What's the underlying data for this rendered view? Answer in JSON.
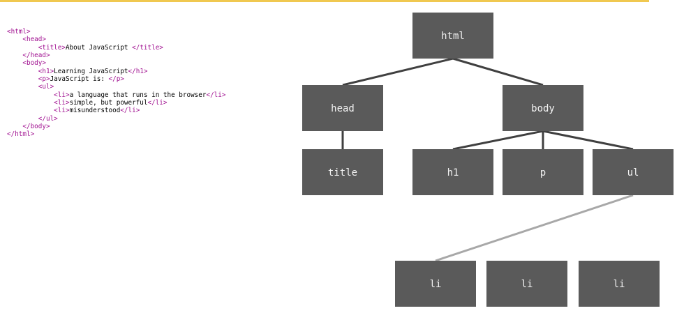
{
  "colors": {
    "accent_bar": "#f0c850",
    "node_fill": "#5a5a5a",
    "node_text": "#f2f2f2",
    "edge_dark": "#404040",
    "edge_light": "#a8a8a8",
    "tag_color": "#a01090",
    "text_color": "#000000"
  },
  "code_lines": [
    [
      {
        "t": "tag",
        "s": "<html>"
      }
    ],
    [
      {
        "t": "txt",
        "s": "    "
      },
      {
        "t": "tag",
        "s": "<head>"
      }
    ],
    [
      {
        "t": "txt",
        "s": "        "
      },
      {
        "t": "tag",
        "s": "<title>"
      },
      {
        "t": "txt",
        "s": "About JavaScript "
      },
      {
        "t": "tag",
        "s": "</title>"
      }
    ],
    [
      {
        "t": "txt",
        "s": "    "
      },
      {
        "t": "tag",
        "s": "</head>"
      }
    ],
    [
      {
        "t": "txt",
        "s": "    "
      },
      {
        "t": "tag",
        "s": "<body>"
      }
    ],
    [
      {
        "t": "txt",
        "s": "        "
      },
      {
        "t": "tag",
        "s": "<h1>"
      },
      {
        "t": "txt",
        "s": "Learning JavaScript"
      },
      {
        "t": "tag",
        "s": "</h1>"
      }
    ],
    [
      {
        "t": "txt",
        "s": "        "
      },
      {
        "t": "tag",
        "s": "<p>"
      },
      {
        "t": "txt",
        "s": "JavaScript is: "
      },
      {
        "t": "tag",
        "s": "</p>"
      }
    ],
    [
      {
        "t": "txt",
        "s": "        "
      },
      {
        "t": "tag",
        "s": "<ul>"
      }
    ],
    [
      {
        "t": "txt",
        "s": "            "
      },
      {
        "t": "tag",
        "s": "<li>"
      },
      {
        "t": "txt",
        "s": "a language that runs in the browser"
      },
      {
        "t": "tag",
        "s": "</li>"
      }
    ],
    [
      {
        "t": "txt",
        "s": "            "
      },
      {
        "t": "tag",
        "s": "<li>"
      },
      {
        "t": "txt",
        "s": "simple, but powerful"
      },
      {
        "t": "tag",
        "s": "</li>"
      }
    ],
    [
      {
        "t": "txt",
        "s": "            "
      },
      {
        "t": "tag",
        "s": "<li>"
      },
      {
        "t": "txt",
        "s": "misunderstood"
      },
      {
        "t": "tag",
        "s": "</li>"
      }
    ],
    [
      {
        "t": "txt",
        "s": "        "
      },
      {
        "t": "tag",
        "s": "</ul>"
      }
    ],
    [
      {
        "t": "txt",
        "s": "    "
      },
      {
        "t": "tag",
        "s": "</body>"
      }
    ],
    [
      {
        "t": "tag",
        "s": "</html>"
      }
    ]
  ],
  "tree": {
    "nodes": [
      {
        "id": "html",
        "label": "html"
      },
      {
        "id": "head",
        "label": "head"
      },
      {
        "id": "body",
        "label": "body"
      },
      {
        "id": "title",
        "label": "title"
      },
      {
        "id": "h1",
        "label": "h1"
      },
      {
        "id": "p",
        "label": "p"
      },
      {
        "id": "ul",
        "label": "ul"
      },
      {
        "id": "li1",
        "label": "li"
      },
      {
        "id": "li2",
        "label": "li"
      },
      {
        "id": "li3",
        "label": "li"
      }
    ],
    "edges": [
      {
        "from": "html",
        "to": "head",
        "style": "dark"
      },
      {
        "from": "html",
        "to": "body",
        "style": "dark"
      },
      {
        "from": "head",
        "to": "title",
        "style": "dark"
      },
      {
        "from": "body",
        "to": "h1",
        "style": "dark"
      },
      {
        "from": "body",
        "to": "p",
        "style": "dark"
      },
      {
        "from": "body",
        "to": "ul",
        "style": "dark"
      },
      {
        "from": "ul",
        "to": "li1",
        "style": "light"
      }
    ]
  }
}
